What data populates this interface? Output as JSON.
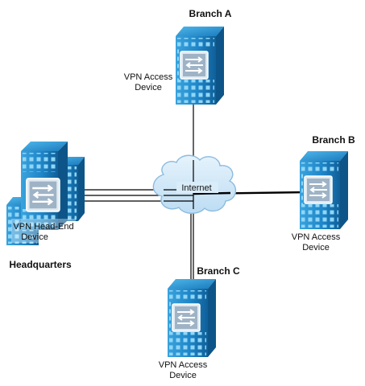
{
  "sites": {
    "branch_a": {
      "title": "Branch A",
      "device_line1": "VPN Access",
      "device_line2": "Device"
    },
    "branch_b": {
      "title": "Branch B",
      "device_line1": "VPN Access",
      "device_line2": "Device"
    },
    "branch_c": {
      "title": "Branch C",
      "device_line1": "VPN Access",
      "device_line2": "Device"
    },
    "headquarters": {
      "title": "Headquarters",
      "device_line1": "VPN Head-End",
      "device_line2": "Device"
    }
  },
  "cloud": {
    "label": "Internet"
  },
  "colors": {
    "server_body": "#1f86c8",
    "server_dark": "#0f5f98",
    "server_window": "#7fd0f5",
    "cloud_fill": "#cfe7f8",
    "cloud_stroke": "#8bbbe0",
    "line": "#000000"
  },
  "icons": [
    "server-icon",
    "router-module-icon",
    "cloud-icon"
  ]
}
